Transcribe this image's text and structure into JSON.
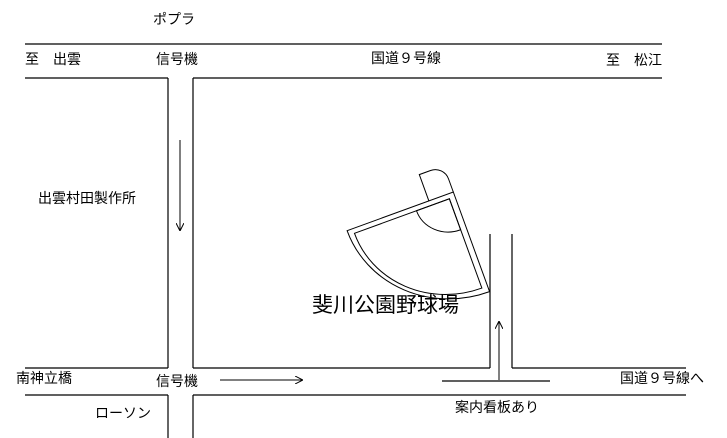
{
  "map": {
    "labels": {
      "poplar": "ポプラ",
      "to_izumo": "至　出雲",
      "signal_top": "信号機",
      "national_route": "国道９号線",
      "to_matsue": "至　松江",
      "murata": "出雲村田製作所",
      "stadium": "斐川公園野球場",
      "nanjin_bridge": "南神立橋",
      "signal_bottom": "信号機",
      "route9_to": "国道９号線へ",
      "lawson": "ローソン",
      "guide_sign": "案内看板あり"
    }
  }
}
